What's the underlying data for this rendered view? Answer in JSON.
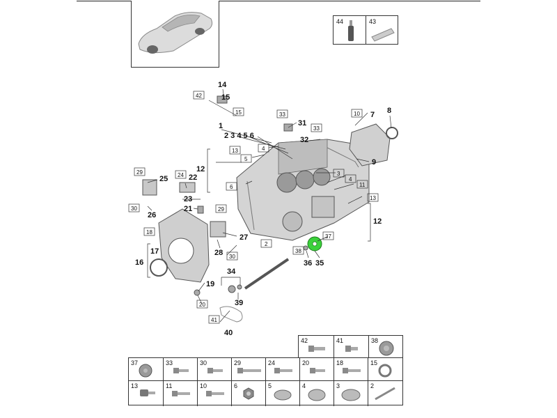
{
  "diagram": {
    "callouts": [
      "14",
      "15",
      "1",
      "2 3 4 5 6",
      "31",
      "32",
      "7",
      "8",
      "9",
      "12",
      "25",
      "22",
      "23",
      "21",
      "26",
      "27",
      "28",
      "16",
      "17",
      "19",
      "34",
      "39",
      "40",
      "36",
      "35",
      "12"
    ],
    "boxed_refs": [
      "42",
      "15",
      "33",
      "13",
      "5",
      "4",
      "10",
      "33",
      "6",
      "3",
      "4",
      "11",
      "13",
      "29",
      "30",
      "24",
      "18",
      "29",
      "30",
      "2",
      "37",
      "38",
      "20",
      "41"
    ]
  },
  "accessories": [
    {
      "num": "44",
      "item": "sealant-tube"
    },
    {
      "num": "43",
      "item": "sealant-strip"
    }
  ],
  "parts_grid": {
    "row1": [
      {
        "num": "42",
        "item": "bolt"
      },
      {
        "num": "41",
        "item": "short-bolt"
      },
      {
        "num": "38",
        "item": "gear-plug"
      }
    ],
    "row2": [
      {
        "num": "37",
        "item": "gear-plug"
      },
      {
        "num": "33",
        "item": "bolt"
      },
      {
        "num": "30",
        "item": "bolt"
      },
      {
        "num": "29",
        "item": "long-bolt"
      },
      {
        "num": "24",
        "item": "bolt"
      },
      {
        "num": "20",
        "item": "bolt"
      },
      {
        "num": "18",
        "item": "bolt"
      },
      {
        "num": "15",
        "item": "ring"
      }
    ],
    "row3": [
      {
        "num": "13",
        "item": "socket-bolt"
      },
      {
        "num": "11",
        "item": "bolt"
      },
      {
        "num": "10",
        "item": "bolt"
      },
      {
        "num": "6",
        "item": "nut"
      },
      {
        "num": "5",
        "item": "cap"
      },
      {
        "num": "4",
        "item": "cap"
      },
      {
        "num": "3",
        "item": "cap"
      },
      {
        "num": "2",
        "item": "stud"
      }
    ]
  },
  "colors": {
    "highlight": "#3bd13b",
    "line": "#222222",
    "part": "#c9c9c9"
  }
}
